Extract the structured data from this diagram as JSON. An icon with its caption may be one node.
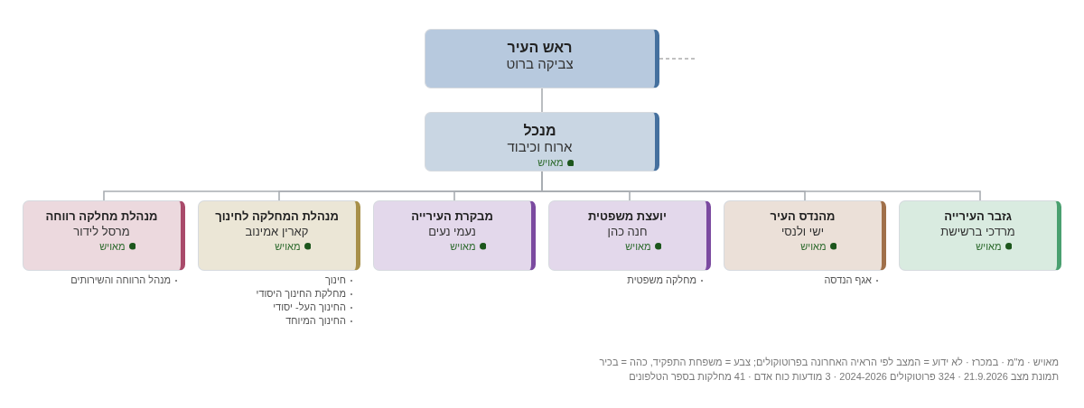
{
  "diagram": {
    "nodes": [
      {
        "text": [
          "ראש העיר",
          "צביקה ברוט"
        ]
      },
      {
        "text": [
          "מנכל",
          "ארוח וכיבוד",
          "מאויש"
        ]
      },
      {
        "text": [
          "גזבר העירייה",
          "מרדכי ברשישת",
          "מאויש"
        ]
      },
      {
        "text": [
          "מהנדס העיר",
          "ישי ולנסי",
          "מאויש"
        ],
        "beside": [
          "אגף הנדסה"
        ]
      },
      {
        "text": [
          "יועצת משפטית",
          "חנה כהן",
          "מאויש"
        ],
        "beside": [
          "מחלקה משפטית"
        ]
      },
      {
        "text": [
          "מבקרת העירייה",
          "נעמי נעים",
          "מאויש"
        ]
      },
      {
        "text": [
          "מנהלת המחלקה לחינוך",
          "קארין אמינוב",
          "מאויש"
        ],
        "beside": [
          "חינוך",
          "מחלקת החינוך היסודי",
          "החינוך העל- יסודי",
          "החינוך המיוחד"
        ]
      },
      {
        "text": [
          "מנהלת מחלקה רווחה",
          "מרסל לידור",
          "מאויש"
        ],
        "beside": [
          "מנהל הרווחה והשירותים"
        ]
      }
    ],
    "edges": [
      {
        "from": 0,
        "to": 1,
        "arrow": "none"
      },
      {
        "from": 1,
        "to": 2,
        "arrow": "none"
      },
      {
        "from": 1,
        "to": 3,
        "arrow": "none"
      },
      {
        "from": 1,
        "to": 4,
        "arrow": "none"
      },
      {
        "from": 1,
        "to": 5,
        "arrow": "none"
      },
      {
        "from": 1,
        "to": 6,
        "arrow": "none"
      },
      {
        "from": 1,
        "to": 7,
        "arrow": "none"
      },
      {
        "from": 0,
        "to": null,
        "arrow": "none",
        "style": "dashed"
      }
    ],
    "labels": [
      "מאויש · מ\"מ · במכרז · לא ידוע = המצב לפי הראיה האחרונה בפרוטוקולים; צבע = משפחת התפקיד, כהה = בכיר",
      "תמונת מצב 21.9.2026 · 324 פרוטוקולים 2024-2026 · 3 מודעות כוח אדם · 41 מחלקות בספר הטלפונים"
    ]
  }
}
